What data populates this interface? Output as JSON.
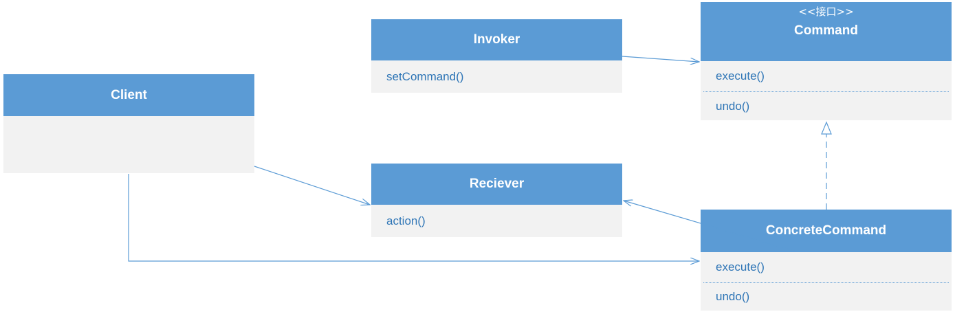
{
  "colors": {
    "header": "#5b9bd5",
    "body": "#f2f2f2",
    "method_text": "#2e75b6",
    "connector": "#5b9bd5"
  },
  "classes": {
    "client": {
      "name": "Client",
      "methods": []
    },
    "invoker": {
      "name": "Invoker",
      "methods": [
        "setCommand()"
      ]
    },
    "command": {
      "stereotype": "<<接口>>",
      "name": "Command",
      "methods": [
        "execute()",
        "undo()"
      ]
    },
    "receiver": {
      "name": "Reciever",
      "methods": [
        "action()"
      ]
    },
    "concrete_command": {
      "name": "ConcreteCommand",
      "methods": [
        "execute()",
        "undo()"
      ]
    }
  },
  "relations": [
    {
      "from": "Invoker",
      "to": "Command",
      "type": "association"
    },
    {
      "from": "Client",
      "to": "Reciever",
      "type": "association"
    },
    {
      "from": "Client",
      "to": "ConcreteCommand",
      "type": "association"
    },
    {
      "from": "ConcreteCommand",
      "to": "Reciever",
      "type": "association"
    },
    {
      "from": "ConcreteCommand",
      "to": "Command",
      "type": "realization"
    }
  ]
}
